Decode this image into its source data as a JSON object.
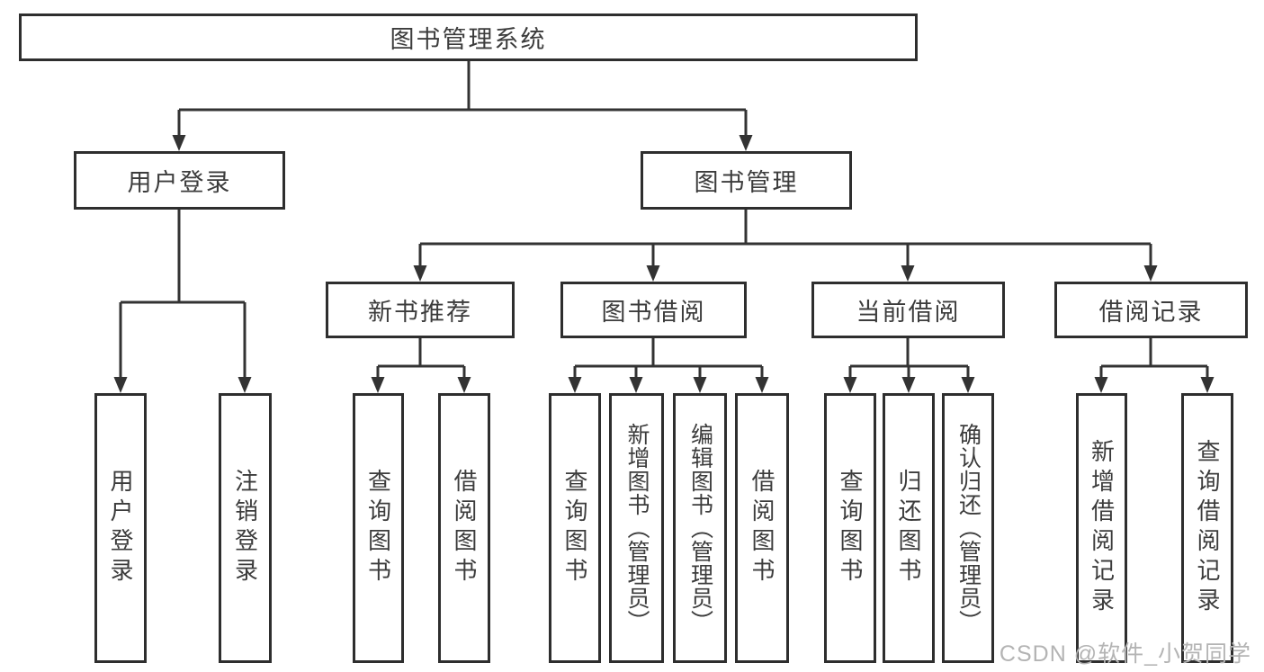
{
  "colors": {
    "background": "#ffffff",
    "box_border": "#2e2e2e",
    "connector_line": "#333333",
    "text": "#3c3c3c",
    "watermark_text": "#b4b4b4"
  },
  "watermark": "CSDN @软件_小贺同学",
  "tree": {
    "label": "图书管理系统",
    "children": [
      {
        "label": "用户登录",
        "children": [
          {
            "label": "用户登录"
          },
          {
            "label": "注销登录"
          }
        ]
      },
      {
        "label": "图书管理",
        "children": [
          {
            "label": "新书推荐",
            "children": [
              {
                "label": "查询图书"
              },
              {
                "label": "借阅图书"
              }
            ]
          },
          {
            "label": "图书借阅",
            "children": [
              {
                "label": "查询图书"
              },
              {
                "label": "新增图书（管理员）"
              },
              {
                "label": "编辑图书（管理员）"
              },
              {
                "label": "借阅图书"
              }
            ]
          },
          {
            "label": "当前借阅",
            "children": [
              {
                "label": "查询图书"
              },
              {
                "label": "归还图书"
              },
              {
                "label": "确认归还（管理员）"
              }
            ]
          },
          {
            "label": "借阅记录",
            "children": [
              {
                "label": "新增借阅记录"
              },
              {
                "label": "查询借阅记录"
              }
            ]
          }
        ]
      }
    ]
  }
}
